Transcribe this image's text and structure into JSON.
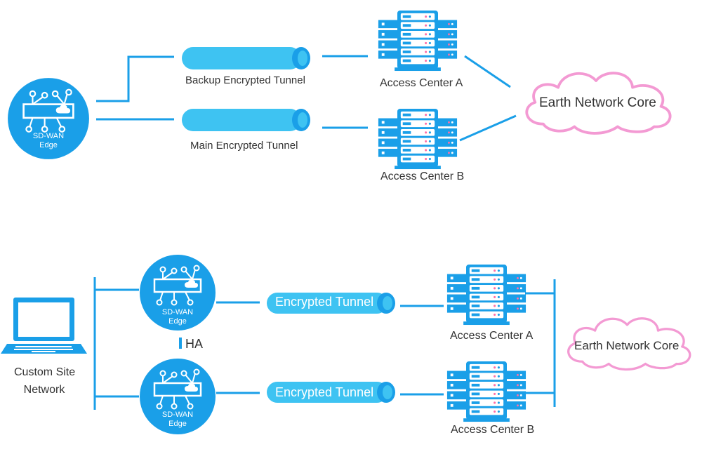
{
  "colors": {
    "primary": "#1a9fe8",
    "tunnel": "#3ec3f2",
    "tunnel_dark": "#1a9fe8",
    "line": "#1a9fe8",
    "cloud_outline": "#f39ad3",
    "text": "#333333"
  },
  "top": {
    "edge": {
      "line1": "SD-WAN",
      "line2": "Edge",
      "icon": "router-icon"
    },
    "backup_tunnel_label": "Backup Encrypted Tunnel",
    "main_tunnel_label": "Main Encrypted Tunnel",
    "access_center_a": "Access Center A",
    "access_center_b": "Access Center B",
    "cloud_label": "Earth Network Core"
  },
  "bottom": {
    "site_label_line1": "Custom Site",
    "site_label_line2": "Network",
    "edge1": {
      "line1": "SD-WAN",
      "line2": "Edge"
    },
    "edge2": {
      "line1": "SD-WAN",
      "line2": "Edge"
    },
    "ha_label": "HA",
    "tunnel1_label": "Encrypted Tunnel",
    "tunnel2_label": "Encrypted Tunnel",
    "access_center_a": "Access Center A",
    "access_center_b": "Access Center B",
    "cloud_label": "Earth Network Core"
  }
}
